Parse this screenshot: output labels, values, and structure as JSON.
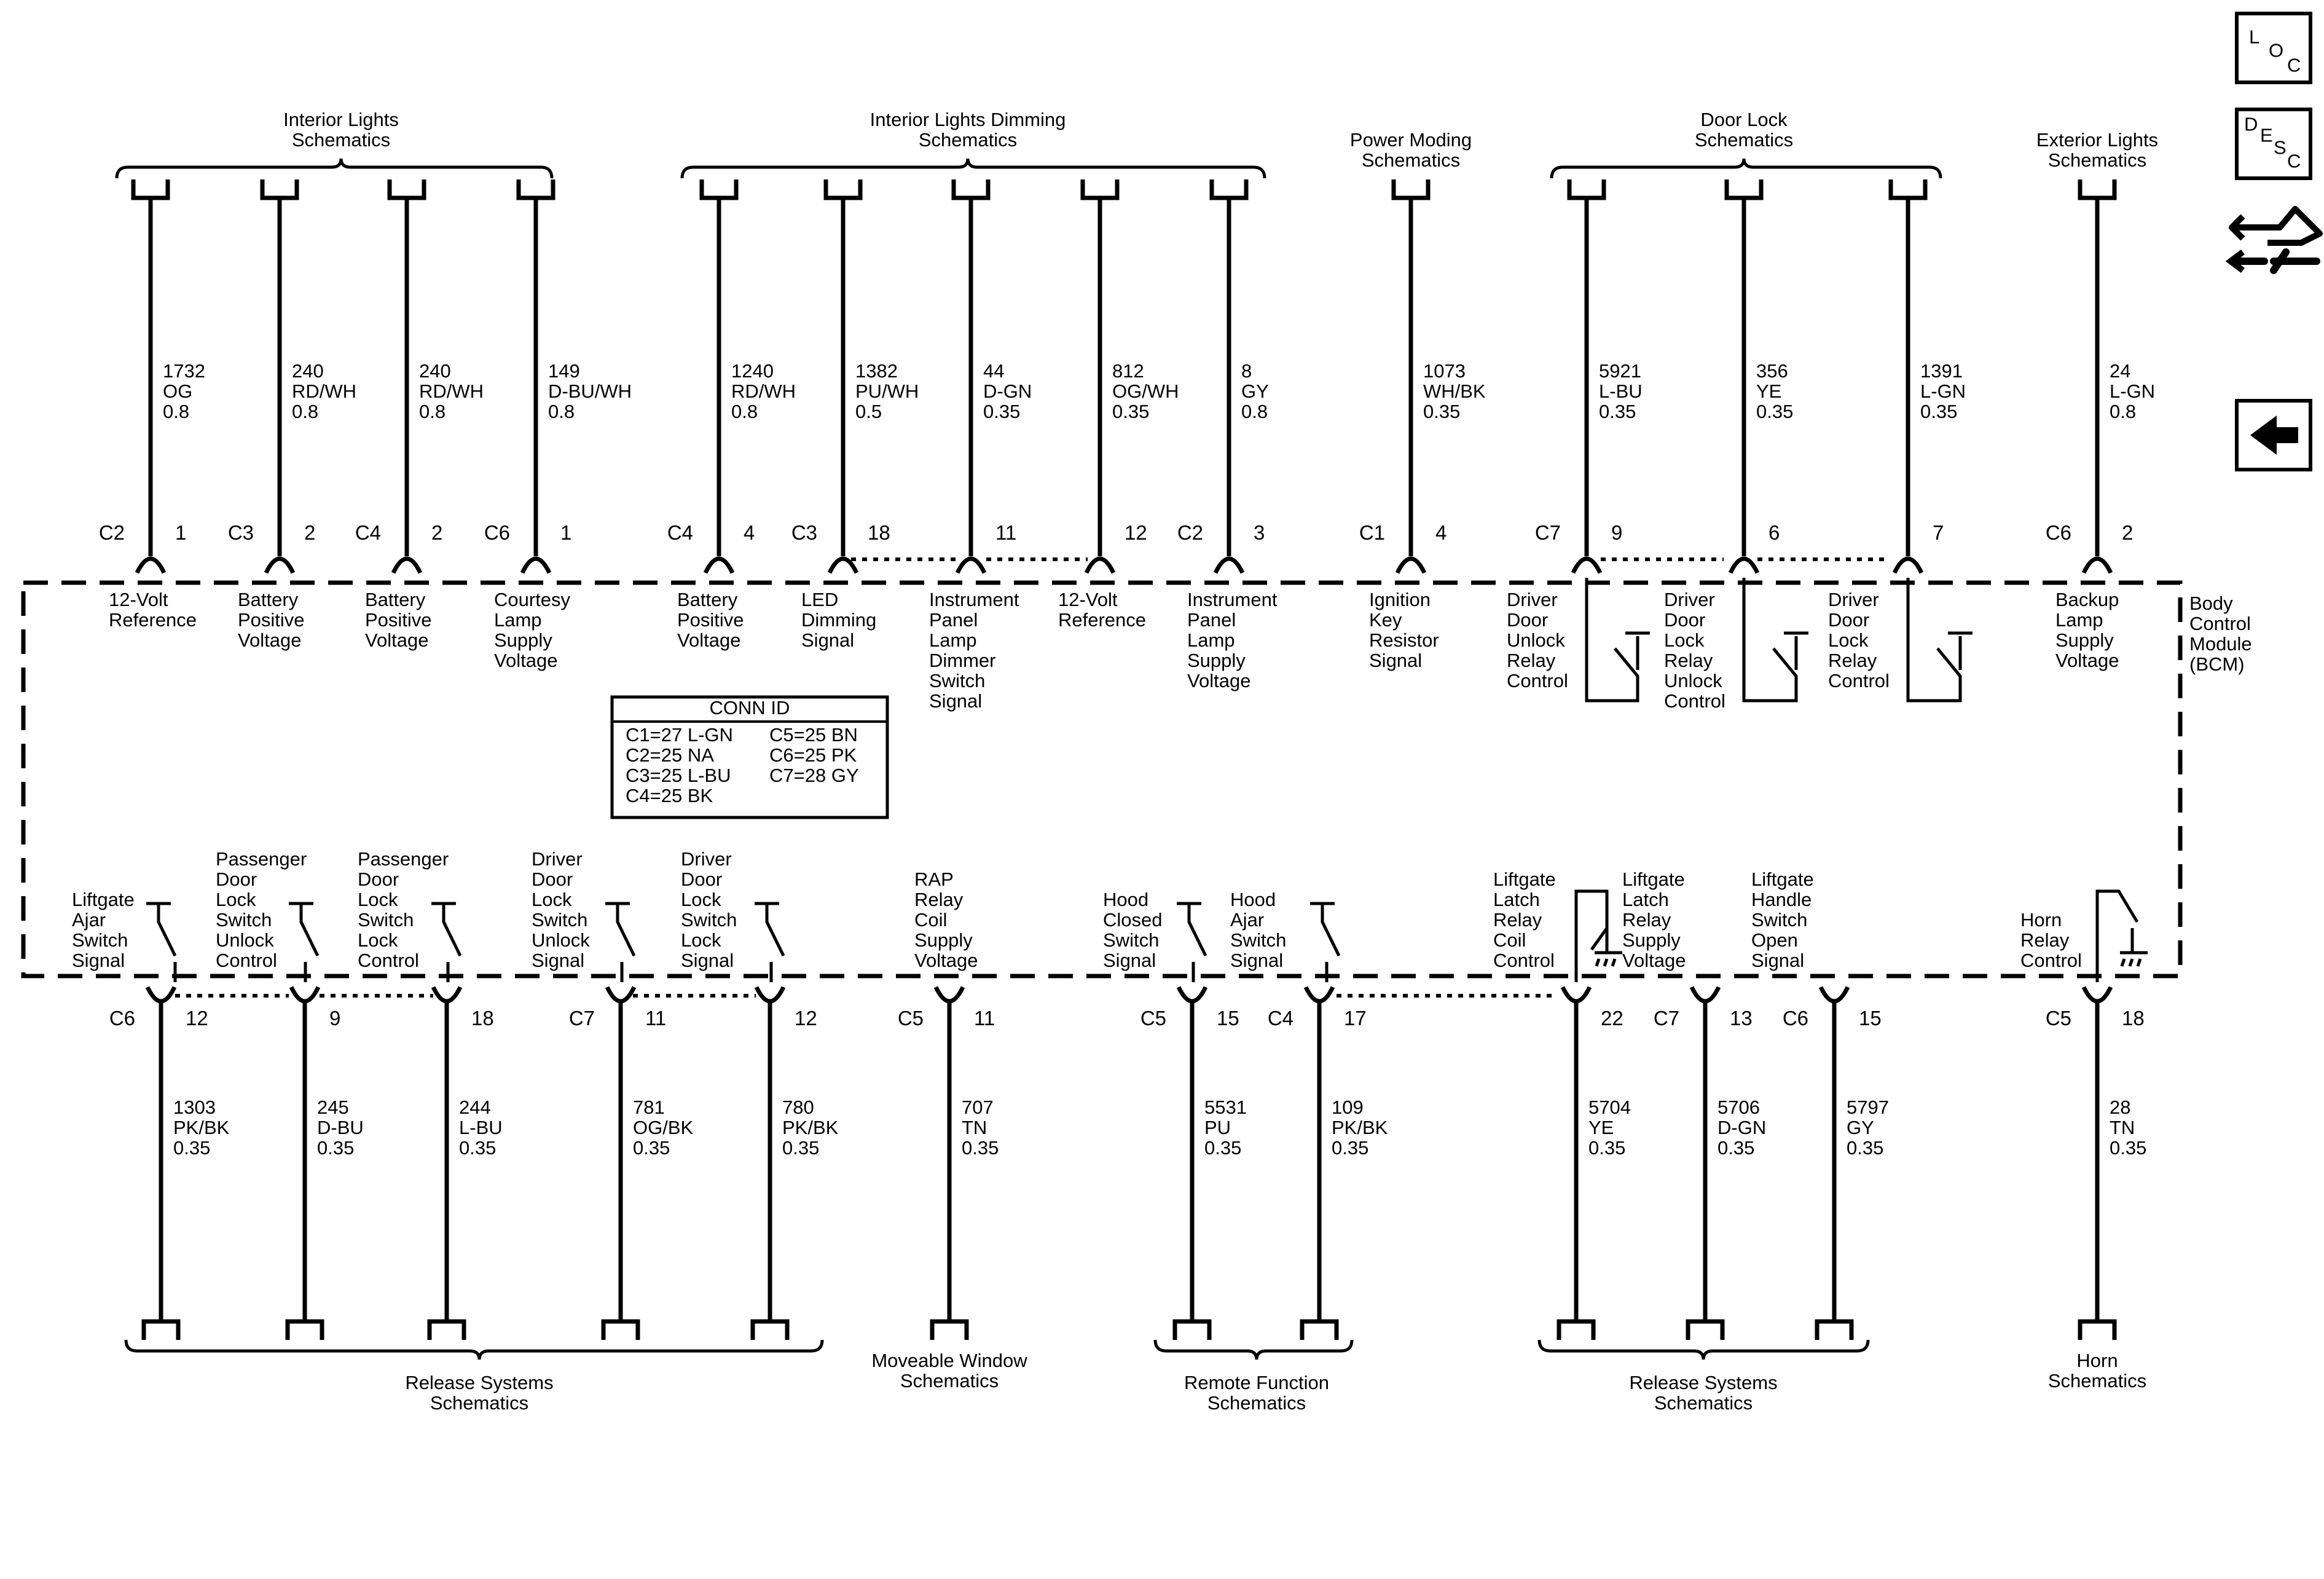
{
  "groups": {
    "interior_lights": "Interior Lights\nSchematics",
    "interior_dimming": "Interior Lights Dimming\nSchematics",
    "power_moding": "Power Moding\nSchematics",
    "door_lock": "Door Lock\nSchematics",
    "exterior_lights": "Exterior Lights\nSchematics",
    "release_left": "Release Systems\nSchematics",
    "moveable_window": "Moveable Window\nSchematics",
    "remote_function": "Remote Function\nSchematics",
    "release_right": "Release Systems\nSchematics",
    "horn": "Horn\nSchematics"
  },
  "module_name": "Body\nControl\nModule\n(BCM)",
  "conn_id": {
    "title": "CONN ID",
    "col1": "C1=27 L-GN\nC2=25 NA\nC3=25 L-BU\nC4=25 BK",
    "col2": "C5=25 BN\nC6=25 PK\nC7=28 GY"
  },
  "top_circuits": [
    {
      "conn": "C2",
      "pin": "1",
      "wire": "1732\nOG\n0.8",
      "label": "12-Volt\nReference"
    },
    {
      "conn": "C3",
      "pin": "2",
      "wire": "240\nRD/WH\n0.8",
      "label": "Battery\nPositive\nVoltage"
    },
    {
      "conn": "C4",
      "pin": "2",
      "wire": "240\nRD/WH\n0.8",
      "label": "Battery\nPositive\nVoltage"
    },
    {
      "conn": "C6",
      "pin": "1",
      "wire": "149\nD-BU/WH\n0.8",
      "label": "Courtesy\nLamp\nSupply\nVoltage"
    },
    {
      "conn": "C4",
      "pin": "4",
      "wire": "1240\nRD/WH\n0.8",
      "label": "Battery\nPositive\nVoltage"
    },
    {
      "conn": "C3",
      "pin": "18",
      "wire": "1382\nPU/WH\n0.5",
      "label": "LED\nDimming\nSignal"
    },
    {
      "conn": "",
      "pin": "11",
      "wire": "44\nD-GN\n0.35",
      "label": "Instrument\nPanel\nLamp\nDimmer\nSwitch\nSignal"
    },
    {
      "conn": "",
      "pin": "12",
      "wire": "812\nOG/WH\n0.35",
      "label": "12-Volt\nReference"
    },
    {
      "conn": "C2",
      "pin": "3",
      "wire": "8\nGY\n0.8",
      "label": "Instrument\nPanel\nLamp\nSupply\nVoltage"
    },
    {
      "conn": "C1",
      "pin": "4",
      "wire": "1073\nWH/BK\n0.35",
      "label": "Ignition\nKey\nResistor\nSignal"
    },
    {
      "conn": "C7",
      "pin": "9",
      "wire": "5921\nL-BU\n0.35",
      "label": "Driver\nDoor\nUnlock\nRelay\nControl"
    },
    {
      "conn": "",
      "pin": "6",
      "wire": "356\nYE\n0.35",
      "label": "Driver\nDoor\nLock\nRelay\nUnlock\nControl"
    },
    {
      "conn": "",
      "pin": "7",
      "wire": "1391\nL-GN\n0.35",
      "label": "Driver\nDoor\nLock\nRelay\nControl"
    },
    {
      "conn": "C6",
      "pin": "2",
      "wire": "24\nL-GN\n0.8",
      "label": "Backup\nLamp\nSupply\nVoltage"
    }
  ],
  "bottom_circuits": [
    {
      "conn": "C6",
      "pin": "12",
      "wire": "1303\nPK/BK\n0.35",
      "label": "Liftgate\nAjar\nSwitch\nSignal"
    },
    {
      "conn": "",
      "pin": "9",
      "wire": "245\nD-BU\n0.35",
      "label": "Passenger\nDoor\nLock\nSwitch\nUnlock\nControl"
    },
    {
      "conn": "",
      "pin": "18",
      "wire": "244\nL-BU\n0.35",
      "label": "Passenger\nDoor\nLock\nSwitch\nLock\nControl"
    },
    {
      "conn": "C7",
      "pin": "11",
      "wire": "781\nOG/BK\n0.35",
      "label": "Driver\nDoor\nLock\nSwitch\nUnlock\nSignal"
    },
    {
      "conn": "",
      "pin": "12",
      "wire": "780\nPK/BK\n0.35",
      "label": "Driver\nDoor\nLock\nSwitch\nLock\nSignal"
    },
    {
      "conn": "C5",
      "pin": "11",
      "wire": "707\nTN\n0.35",
      "label": "RAP\nRelay\nCoil\nSupply\nVoltage"
    },
    {
      "conn": "C5",
      "pin": "15",
      "wire": "5531\nPU\n0.35",
      "label": "Hood\nClosed\nSwitch\nSignal"
    },
    {
      "conn": "C4",
      "pin": "17",
      "wire": "109\nPK/BK\n0.35",
      "label": "Hood\nAjar\nSwitch\nSignal"
    },
    {
      "conn": "",
      "pin": "22",
      "wire": "5704\nYE\n0.35",
      "label": "Liftgate\nLatch\nRelay\nCoil\nControl"
    },
    {
      "conn": "C7",
      "pin": "13",
      "wire": "5706\nD-GN\n0.35",
      "label": "Liftgate\nLatch\nRelay\nSupply\nVoltage"
    },
    {
      "conn": "C6",
      "pin": "15",
      "wire": "5797\nGY\n0.35",
      "label": "Liftgate\nHandle\nSwitch\nOpen\nSignal"
    },
    {
      "conn": "C5",
      "pin": "18",
      "wire": "28\nTN\n0.35",
      "label": "Horn\nRelay\nControl"
    }
  ],
  "nav": {
    "loc": [
      "L",
      "O",
      "C"
    ],
    "desc": [
      "D",
      "E",
      "S",
      "C"
    ],
    "icons": [
      "component-view-icon",
      "back-arrow-icon"
    ]
  }
}
